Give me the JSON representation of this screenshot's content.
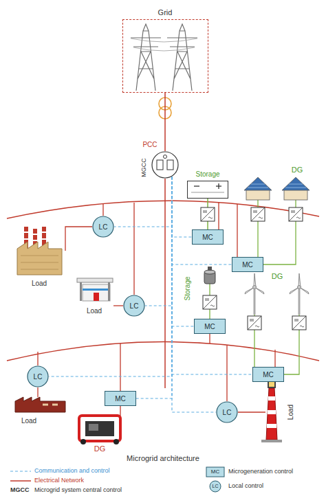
{
  "diagram": {
    "caption": "Microgrid architecture",
    "nodes": [
      {
        "text": [
          "Grid"
        ]
      },
      {
        "text": [
          "MGCC"
        ]
      },
      {
        "text": [
          "Storage"
        ]
      },
      {
        "text": [
          "MC"
        ]
      },
      {
        "text": [
          "MC"
        ]
      },
      {
        "text": [
          "LC"
        ]
      },
      {
        "text": [
          "LC"
        ]
      },
      {
        "text": [
          "MC"
        ]
      },
      {
        "text": [
          "MC"
        ]
      },
      {
        "text": [
          "LC"
        ]
      },
      {
        "text": [
          "MC"
        ]
      },
      {
        "text": [
          "LC"
        ]
      }
    ],
    "edges": [
      {
        "from": 0,
        "to": 1,
        "arrow": "none"
      },
      {
        "from": 2,
        "to": 3,
        "arrow": "none"
      },
      {
        "from": 1,
        "to": 3,
        "arrow": "none"
      },
      {
        "from": 1,
        "to": 4,
        "arrow": "none"
      },
      {
        "from": 1,
        "to": 5,
        "arrow": "none"
      },
      {
        "from": 1,
        "to": 6,
        "arrow": "none"
      },
      {
        "from": 1,
        "to": 7,
        "arrow": "none"
      },
      {
        "from": 1,
        "to": 8,
        "arrow": "none"
      },
      {
        "from": 1,
        "to": 9,
        "arrow": "none"
      },
      {
        "from": 1,
        "to": 10,
        "arrow": "none"
      },
      {
        "from": 1,
        "to": 11,
        "arrow": "none"
      }
    ],
    "labels": [
      "PCC",
      "DG",
      "Load",
      "Load",
      "Storage",
      "DG",
      "Load",
      "DG",
      "Load",
      "MGCC",
      "MC",
      "LC"
    ],
    "legend": [
      {
        "text": "Communication and control"
      },
      {
        "text": "Electrical Network"
      },
      {
        "text": "Microgrid system central control"
      },
      {
        "text": "Microgeneration control"
      },
      {
        "text": "Local control"
      }
    ]
  }
}
